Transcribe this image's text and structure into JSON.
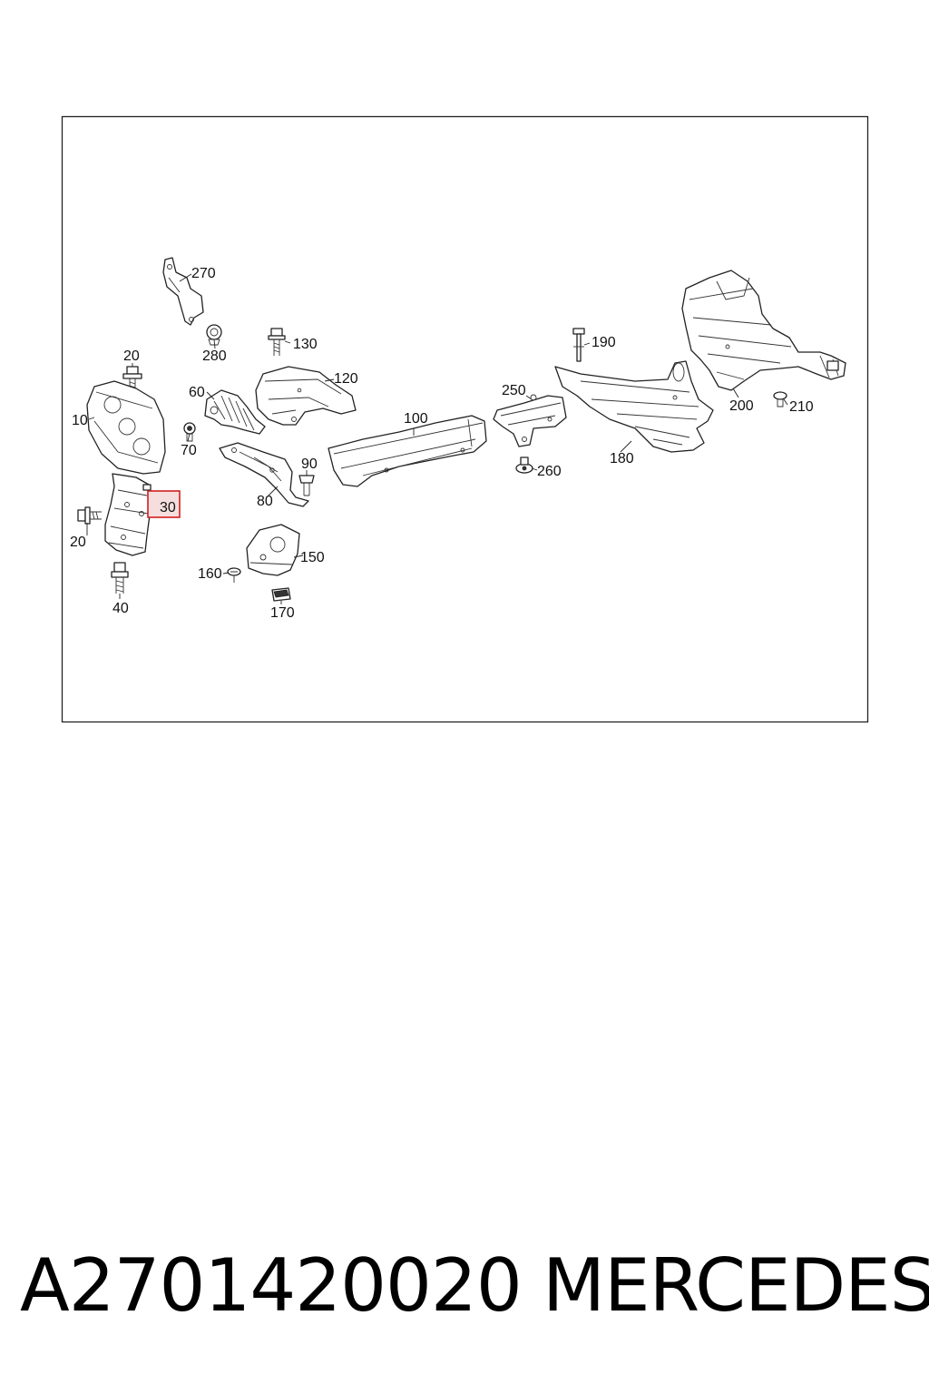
{
  "diagram": {
    "callouts": {
      "c270": "270",
      "c280": "280",
      "c130": "130",
      "c120": "120",
      "c20a": "20",
      "c10": "10",
      "c60": "60",
      "c70": "70",
      "c30": "30",
      "c20b": "20",
      "c40": "40",
      "c80": "80",
      "c90": "90",
      "c100": "100",
      "c150": "150",
      "c160": "160",
      "c170": "170",
      "c250": "250",
      "c260": "260",
      "c190": "190",
      "c180": "180",
      "c200": "200",
      "c210": "210"
    },
    "highlighted_callout": "30",
    "highlight_color": "#d12020"
  },
  "footer": {
    "part_number": "A2701420020",
    "brand": "MERCEDES"
  }
}
